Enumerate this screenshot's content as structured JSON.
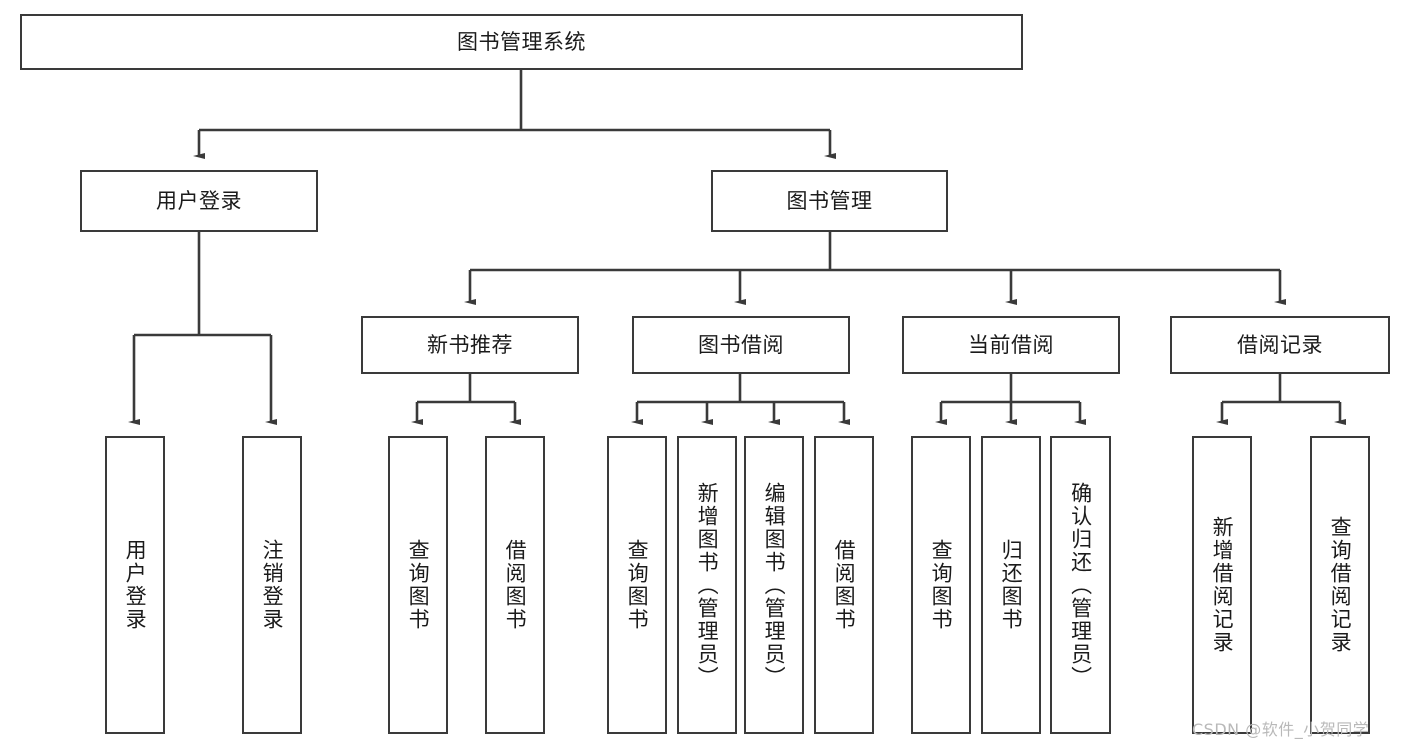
{
  "diagram": {
    "title": "图书管理系统",
    "type": "hierarchy-tree",
    "orientation": "top-down",
    "levels": 4,
    "colors": {
      "box_border": "#3a3a3a",
      "box_fill": "#ffffff",
      "connector": "#3a3a3a",
      "text": "#1b1b1b",
      "watermark": "#b9b9b9",
      "background": "#ffffff"
    }
  },
  "nodes": {
    "root": {
      "label": "图书管理系统"
    },
    "level2": [
      {
        "id": "user-login",
        "label": "用户登录"
      },
      {
        "id": "book-manage",
        "label": "图书管理"
      }
    ],
    "level3": [
      {
        "id": "new-book-recommend",
        "label": "新书推荐",
        "parent": "book-manage"
      },
      {
        "id": "book-borrow",
        "label": "图书借阅",
        "parent": "book-manage"
      },
      {
        "id": "current-borrow",
        "label": "当前借阅",
        "parent": "book-manage"
      },
      {
        "id": "borrow-record",
        "label": "借阅记录",
        "parent": "book-manage"
      }
    ],
    "leaves": {
      "user-login": [
        {
          "id": "leaf-user-login",
          "label": "用户登录"
        },
        {
          "id": "leaf-logout",
          "label": "注销登录"
        }
      ],
      "new-book-recommend": [
        {
          "id": "leaf-query-book-1",
          "label": "查询图书"
        },
        {
          "id": "leaf-borrow-book-1",
          "label": "借阅图书"
        }
      ],
      "book-borrow": [
        {
          "id": "leaf-query-book-2",
          "label": "查询图书"
        },
        {
          "id": "leaf-add-book",
          "label": "新增图书（管理员）"
        },
        {
          "id": "leaf-edit-book",
          "label": "编辑图书（管理员）"
        },
        {
          "id": "leaf-borrow-book-2",
          "label": "借阅图书"
        }
      ],
      "current-borrow": [
        {
          "id": "leaf-query-book-3",
          "label": "查询图书"
        },
        {
          "id": "leaf-return-book",
          "label": "归还图书"
        },
        {
          "id": "leaf-confirm-return",
          "label": "确认归还（管理员）"
        }
      ],
      "borrow-record": [
        {
          "id": "leaf-add-record",
          "label": "新增借阅记录"
        },
        {
          "id": "leaf-query-record",
          "label": "查询借阅记录"
        }
      ]
    }
  },
  "watermark": {
    "text": "CSDN @软件_小贺同学"
  }
}
